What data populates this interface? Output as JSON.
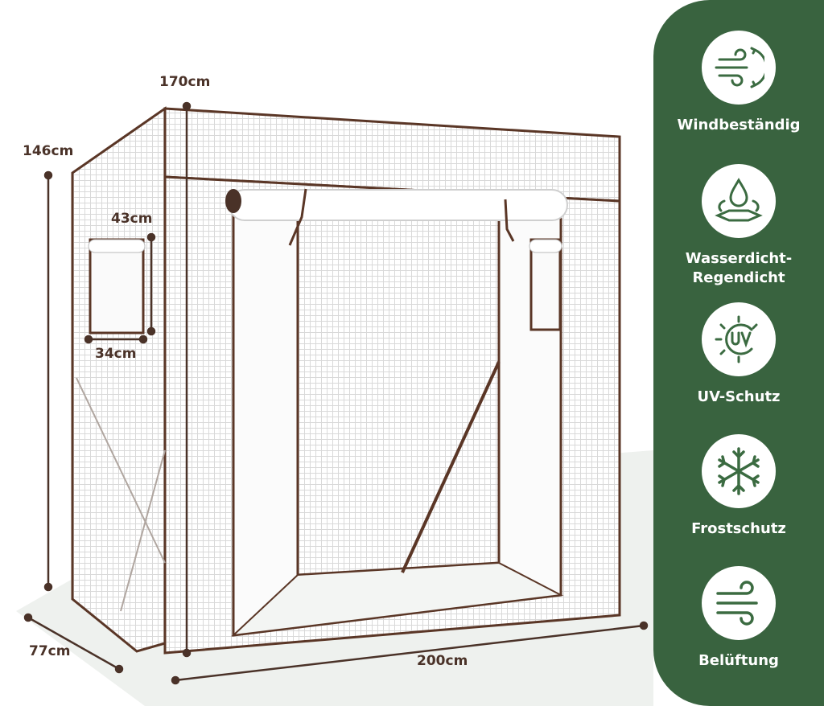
{
  "dimensions": {
    "height_top": "170cm",
    "height_side": "146cm",
    "window_height": "43cm",
    "window_width": "34cm",
    "depth": "77cm",
    "width": "200cm"
  },
  "features": [
    {
      "label": "Windbeständig",
      "icon": "wind-arrows-icon"
    },
    {
      "label": "Wasserdicht-\nRegendicht",
      "icon": "water-drop-icon"
    },
    {
      "label": "UV-Schutz",
      "icon": "uv-sun-icon"
    },
    {
      "label": "Frostschutz",
      "icon": "snowflake-icon"
    },
    {
      "label": "Belüftung",
      "icon": "airflow-icon"
    }
  ],
  "colors": {
    "panel": "#39633f",
    "frame": "#5a3626",
    "icon": "#3b6b41"
  }
}
